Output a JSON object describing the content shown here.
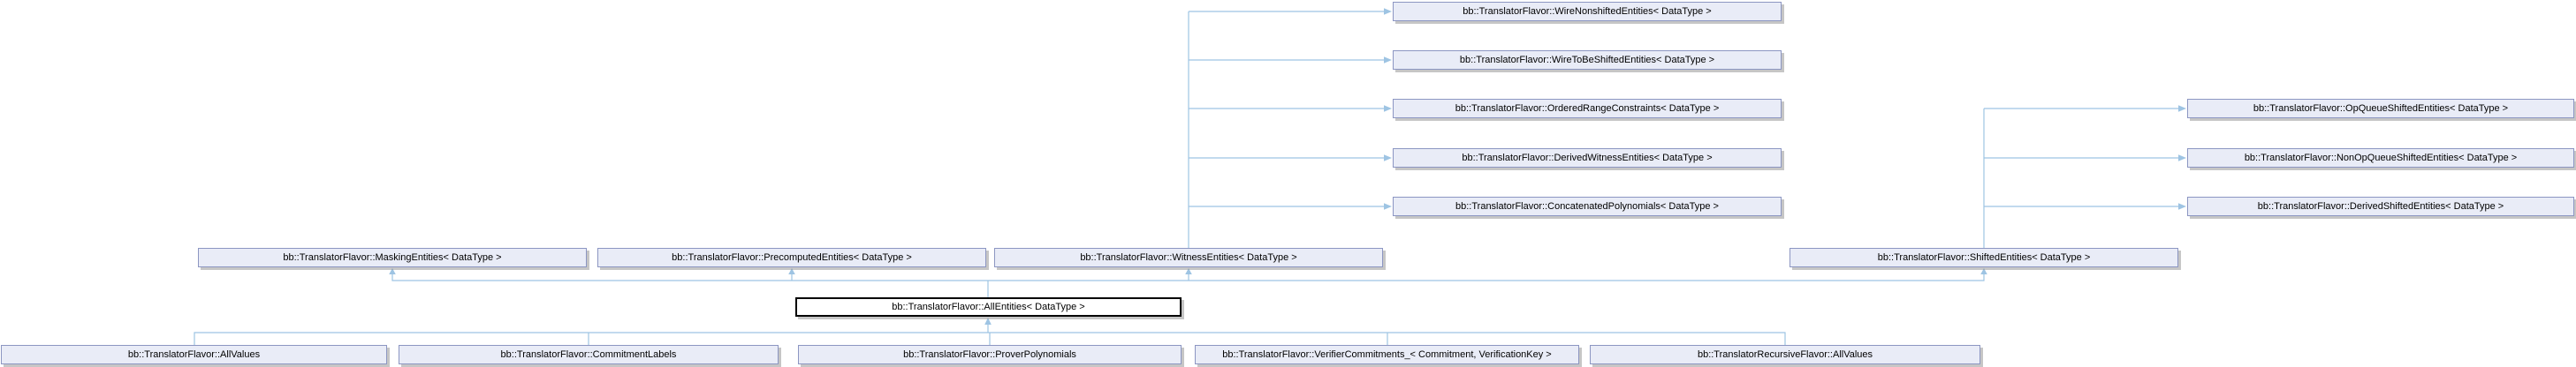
{
  "diagram": {
    "kind": "class-inheritance-graph",
    "colors": {
      "node_fill": "#E9ECF7",
      "node_border": "#8C96C2",
      "focus_fill": "#FFFFFF",
      "focus_border": "#000000",
      "edge": "#9EC4E3",
      "shadow": "#B0B0B0",
      "text": "#000000",
      "background": "#FFFFFF"
    },
    "nodes": {
      "wire-nonshifted-entities": {
        "label": "bb::TranslatorFlavor::WireNonshiftedEntities< DataType >"
      },
      "wire-to-be-shifted-entities": {
        "label": "bb::TranslatorFlavor::WireToBeShiftedEntities< DataType >"
      },
      "ordered-range-constraints": {
        "label": "bb::TranslatorFlavor::OrderedRangeConstraints< DataType >"
      },
      "derived-witness-entities": {
        "label": "bb::TranslatorFlavor::DerivedWitnessEntities< DataType >"
      },
      "concatenated-polynomials": {
        "label": "bb::TranslatorFlavor::ConcatenatedPolynomials< DataType >"
      },
      "op-queue-shifted-entities": {
        "label": "bb::TranslatorFlavor::OpQueueShiftedEntities< DataType >"
      },
      "non-op-queue-shifted-entities": {
        "label": "bb::TranslatorFlavor::NonOpQueueShiftedEntities< DataType >"
      },
      "derived-shifted-entities": {
        "label": "bb::TranslatorFlavor::DerivedShiftedEntities< DataType >"
      },
      "masking-entities": {
        "label": "bb::TranslatorFlavor::MaskingEntities< DataType >"
      },
      "precomputed-entities": {
        "label": "bb::TranslatorFlavor::PrecomputedEntities< DataType >"
      },
      "witness-entities": {
        "label": "bb::TranslatorFlavor::WitnessEntities< DataType >"
      },
      "shifted-entities": {
        "label": "bb::TranslatorFlavor::ShiftedEntities< DataType >"
      },
      "all-entities": {
        "label": "bb::TranslatorFlavor::AllEntities< DataType >"
      },
      "all-values": {
        "label": "bb::TranslatorFlavor::AllValues"
      },
      "commitment-labels": {
        "label": "bb::TranslatorFlavor::CommitmentLabels"
      },
      "prover-polynomials": {
        "label": "bb::TranslatorFlavor::ProverPolynomials"
      },
      "verifier-commitments": {
        "label": "bb::TranslatorFlavor::VerifierCommitments_< Commitment, VerificationKey >"
      },
      "recursive-all-values": {
        "label": "bb::TranslatorRecursiveFlavor::AllValues"
      }
    }
  }
}
